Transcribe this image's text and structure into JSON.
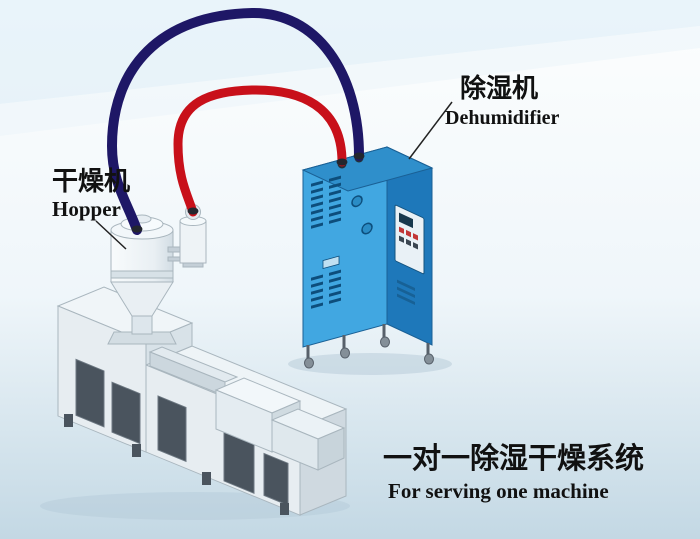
{
  "diagram": {
    "hopper_label_cn": "干燥机",
    "hopper_label_en": "Hopper",
    "dehumidifier_label_cn": "除湿机",
    "dehumidifier_label_en": "Dehumidifier",
    "title_cn": "一对一除湿干燥系统",
    "title_en": "For serving one machine"
  },
  "colors": {
    "pipe_red": "#c8101a",
    "pipe_blue": "#1e1766",
    "dehumidifier_front": "#41a7e1",
    "dehumidifier_side": "#1e78ba",
    "dehumidifier_top": "#2f8fcb",
    "vent_slot": "#0d4e7c",
    "label_text": "#111111",
    "leader_line": "#222222"
  }
}
